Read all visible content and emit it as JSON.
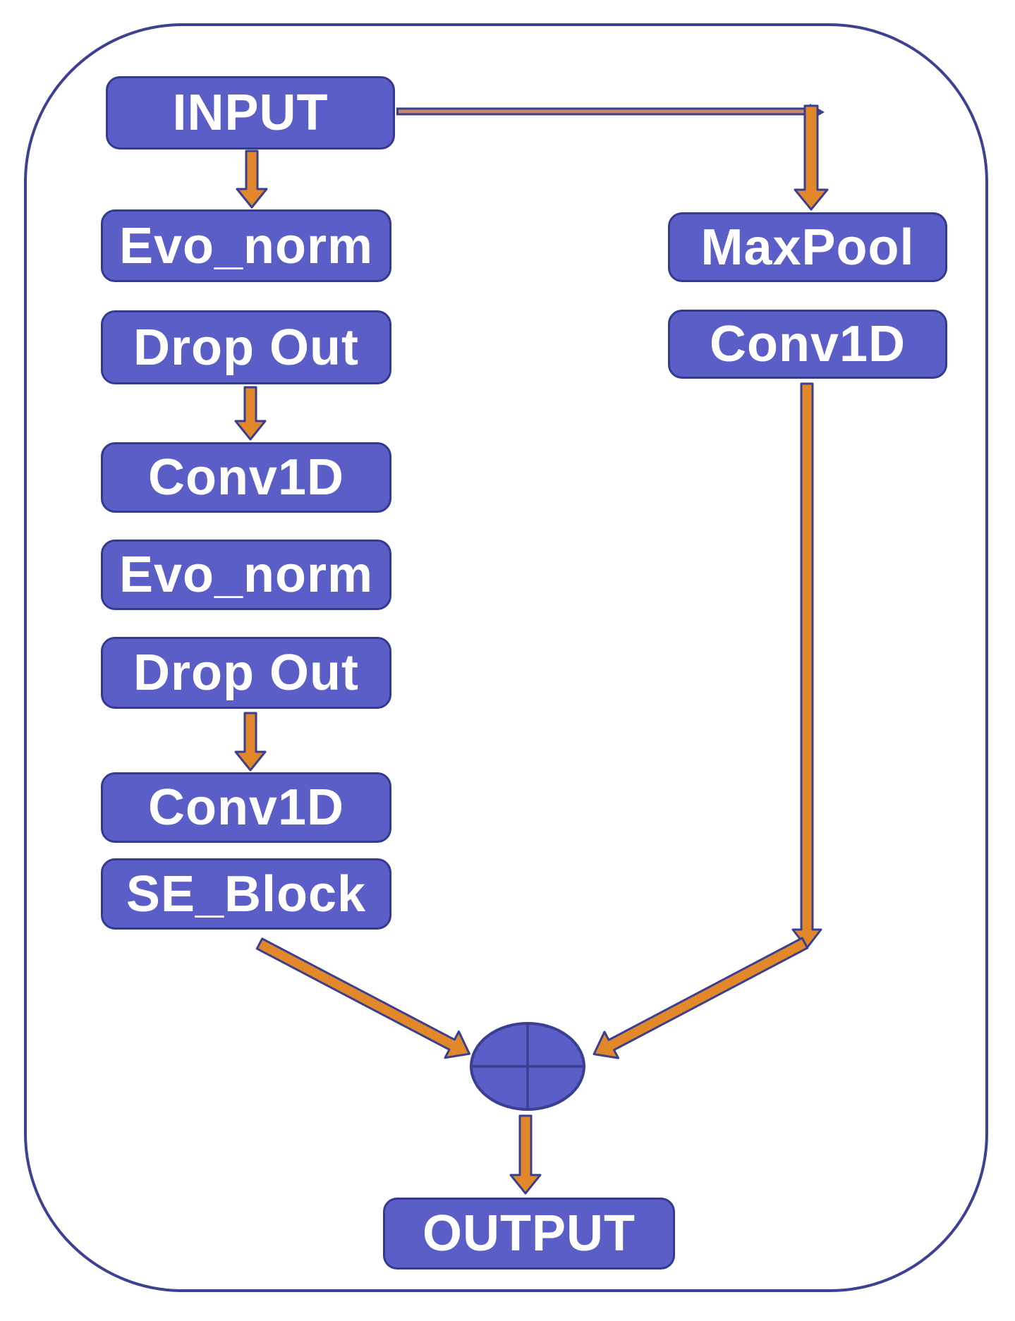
{
  "diagram": {
    "nodes": {
      "input": {
        "label": "INPUT"
      },
      "evo_norm_1": {
        "label": "Evo_norm"
      },
      "drop_out_1": {
        "label": "Drop Out"
      },
      "conv1d_1": {
        "label": "Conv1D"
      },
      "evo_norm_2": {
        "label": "Evo_norm"
      },
      "drop_out_2": {
        "label": "Drop Out"
      },
      "conv1d_2": {
        "label": "Conv1D"
      },
      "se_block": {
        "label": "SE_Block"
      },
      "maxpool": {
        "label": "MaxPool"
      },
      "conv1d_right": {
        "label": "Conv1D"
      },
      "output": {
        "label": "OUTPUT"
      }
    },
    "merge_operator": {
      "icon": "circle-plus",
      "meaning": "add"
    },
    "edges": [
      {
        "from": "input",
        "to": "evo_norm_1",
        "style": "arrow-down"
      },
      {
        "from": "evo_norm_1",
        "to": "drop_out_1",
        "style": "stacked"
      },
      {
        "from": "drop_out_1",
        "to": "conv1d_1",
        "style": "arrow-down"
      },
      {
        "from": "conv1d_1",
        "to": "evo_norm_2",
        "style": "stacked"
      },
      {
        "from": "evo_norm_2",
        "to": "drop_out_2",
        "style": "stacked"
      },
      {
        "from": "drop_out_2",
        "to": "conv1d_2",
        "style": "arrow-down"
      },
      {
        "from": "conv1d_2",
        "to": "se_block",
        "style": "stacked"
      },
      {
        "from": "input",
        "to": "maxpool",
        "style": "skip-connection-right"
      },
      {
        "from": "maxpool",
        "to": "conv1d_right",
        "style": "stacked"
      },
      {
        "from": "conv1d_right",
        "to": "merge",
        "style": "arrow-long-down-diagonal"
      },
      {
        "from": "se_block",
        "to": "merge",
        "style": "arrow-diagonal"
      },
      {
        "from": "merge",
        "to": "output",
        "style": "arrow-down"
      }
    ],
    "colors": {
      "node_fill": "#5a5ec6",
      "node_border": "#343a90",
      "node_text": "#ffffff",
      "arrow_fill": "#e2882b",
      "arrow_outline": "#3a3f92",
      "connector_fill": "#cd8667",
      "frame_border": "#3e4191",
      "background": "#ffffff"
    }
  }
}
